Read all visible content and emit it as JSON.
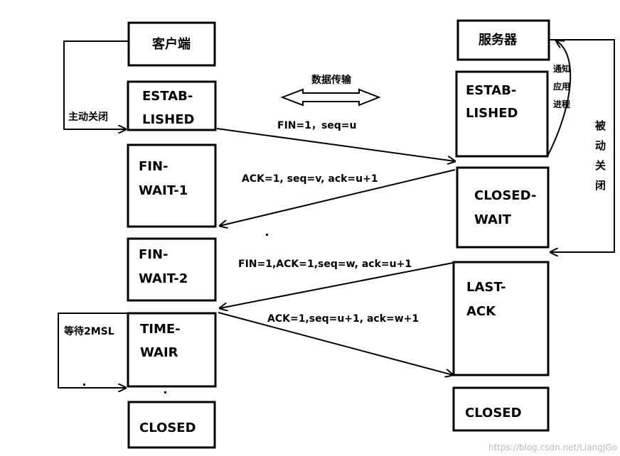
{
  "client": {
    "title": "客户端",
    "states": {
      "established": [
        "ESTAB-",
        "LISHED"
      ],
      "fin_wait_1": [
        "FIN-",
        "WAIT-1"
      ],
      "fin_wait_2": [
        "FIN-",
        "WAIT-2"
      ],
      "time_wait": [
        "TIME-",
        "WAIR"
      ],
      "closed": "CLOSED"
    },
    "active_close": "主动关闭",
    "wait_2msl": "等待2MSL"
  },
  "server": {
    "title": "服务器",
    "states": {
      "established": [
        "ESTAB-",
        "LISHED"
      ],
      "closed_wait": [
        "CLOSED-",
        "WAIT"
      ],
      "last_ack": [
        "LAST-",
        "ACK"
      ],
      "closed": "CLOSED"
    },
    "notify_app": [
      "通知",
      "应用",
      "进程"
    ],
    "passive_close": [
      "被",
      "动",
      "关",
      "闭"
    ]
  },
  "data_transfer": "数据传输",
  "messages": {
    "m1": "FIN=1，seq=u",
    "m2": "ACK=1, seq=v, ack=u+1",
    "m3": "FIN=1,ACK=1,seq=w, ack=u+1",
    "m4": "ACK=1,seq=u+1, ack=w+1"
  },
  "watermark": "https://blog.csdn.net/LiangJGo"
}
